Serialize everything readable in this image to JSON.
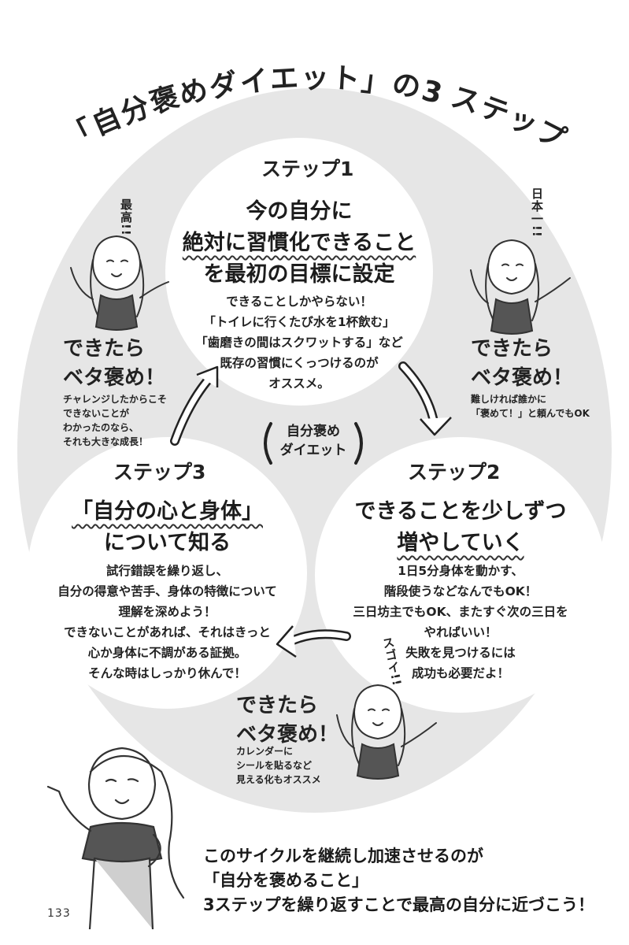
{
  "title": "「自分褒めダイエット」の3ステップ",
  "center_label": "自分褒め\nダイエット",
  "step1": {
    "label": "ステップ1",
    "heading_line1": "今の自分に",
    "heading_line2": "絶対に習慣化できること",
    "heading_line3": "を最初の目標に設定",
    "description": "できることしかやらない！\n「トイレに行くたび水を1杯飲む」\n「歯磨きの間はスクワットする」など\n既存の習慣にくっつけるのが\nオススメ。"
  },
  "step2": {
    "label": "ステップ2",
    "heading_line1": "できることを少しずつ",
    "heading_line2": "増やしていく",
    "description": "1日5分身体を動かす、\n階段使うなどなんでもOK！\n三日坊主でもOK、またすぐ次の三日を\nやればいい！\n失敗を見つけるには\n成功も必要だよ！"
  },
  "step3": {
    "label": "ステップ3",
    "heading_line1": "「自分の心と身体」",
    "heading_line2": "について知る",
    "description": "試行錯誤を繰り返し、\n自分の得意や苦手、身体の特徴について\n理解を深めよう！\nできないことがあれば、それはきっと\n心か身体に不調がある証拠。\nそんな時はしっかり休んで！"
  },
  "praise_left": {
    "title": "できたら\nベタ褒め！",
    "note": "チャレンジしたからこそ\nできないことが\nわかったのなら、\nそれも大きな成長！",
    "shout": "最高!!"
  },
  "praise_right": {
    "title": "できたら\nベタ褒め！",
    "note": "難しければ誰かに\n「褒めて！」と頼んでもOK",
    "shout": "日本一!!"
  },
  "praise_bottom": {
    "title": "できたら\nベタ褒め！",
    "note": "カレンダーに\nシールを貼るなど\n見える化もオススメ",
    "shout": "スゴイ!!"
  },
  "bottom_message": "このサイクルを継続し加速させるのが\n「自分を褒めること」\n3ステップを繰り返すことで最高の自分に近づこう！",
  "page_number": "133",
  "colors": {
    "background_ring": "#e6e6e6",
    "ink": "#222222"
  }
}
